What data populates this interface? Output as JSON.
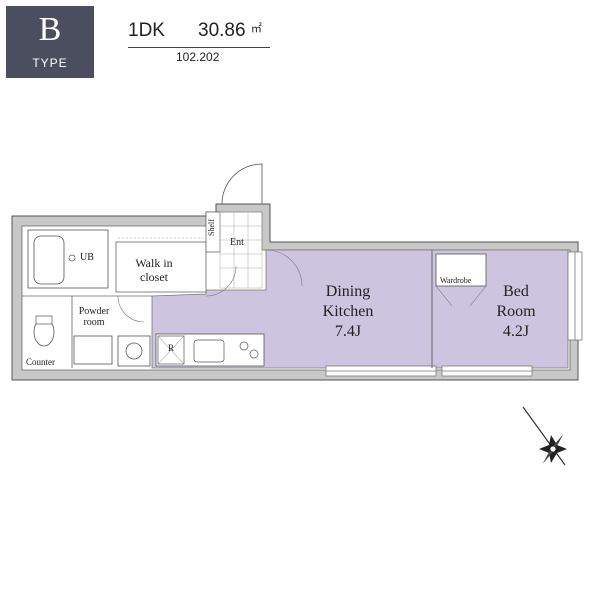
{
  "header": {
    "type_letter": "B",
    "type_word": "TYPE",
    "layout": "1DK",
    "area_value": "30.86",
    "area_unit": "㎡",
    "code": "102.202"
  },
  "rooms": {
    "dining_line1": "Dining",
    "dining_line2": "Kitchen",
    "dining_size": "7.4J",
    "bed_line1": "Bed",
    "bed_line2": "Room",
    "bed_size": "4.2J",
    "walkin_line1": "Walk in",
    "walkin_line2": "closet",
    "powder_line1": "Powder",
    "powder_line2": "room",
    "ub": "UB",
    "counter": "Counter",
    "wardrobe": "Wardrobe",
    "ent": "Ent",
    "shelf": "Shelf",
    "fridge": "R"
  },
  "colors": {
    "room_fill": "#cdc4e0",
    "wall_fill": "#c8c8c8",
    "badge": "#4a4e5e"
  },
  "icons": {
    "compass": "compass-rose-icon"
  }
}
